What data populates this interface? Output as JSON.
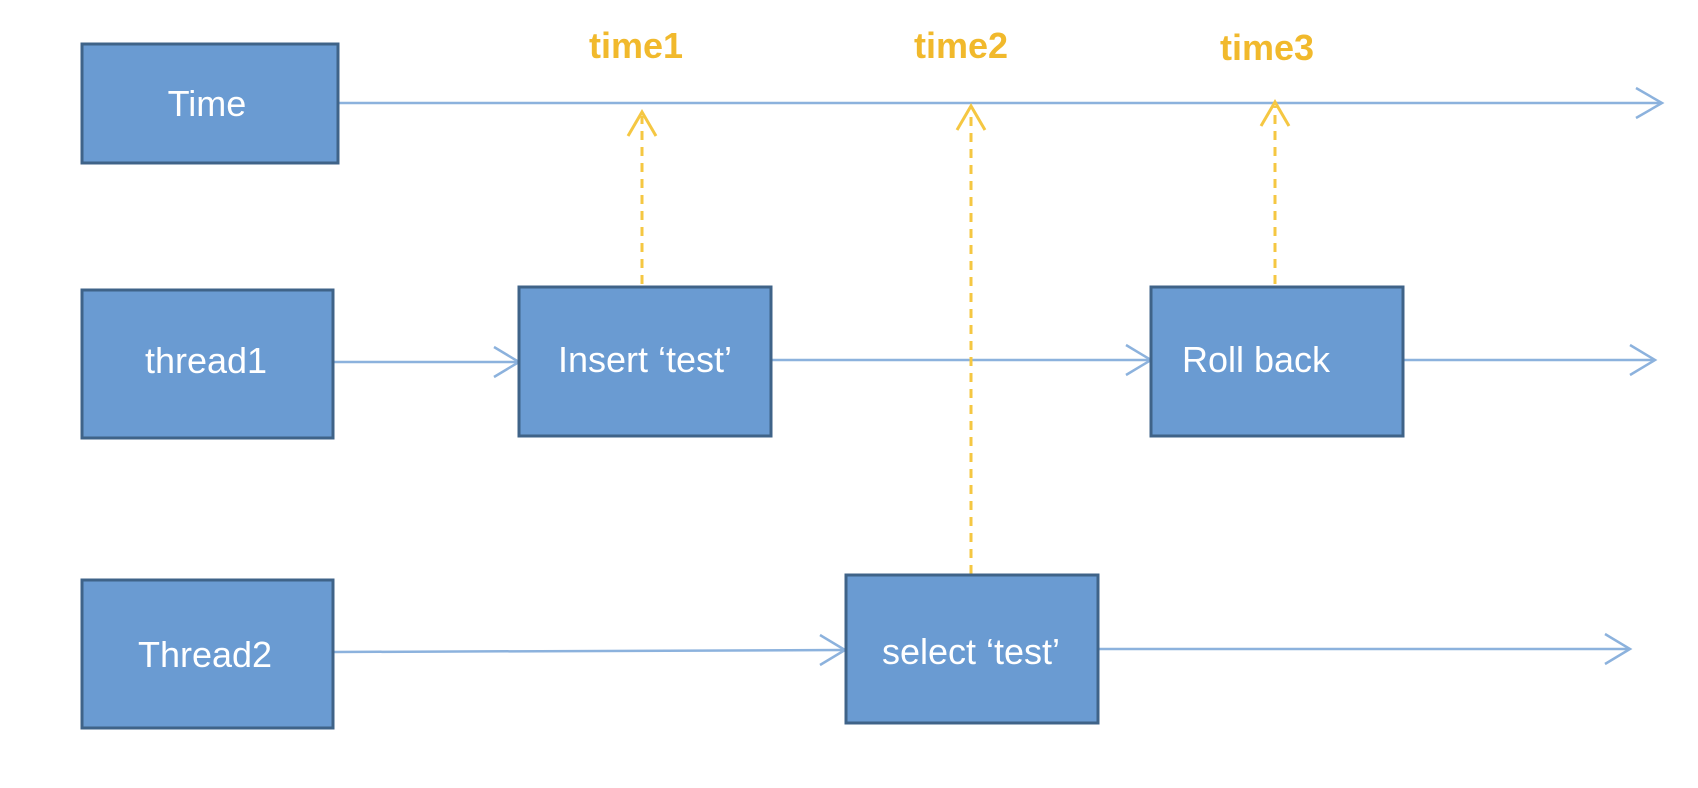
{
  "boxes": {
    "time": "Time",
    "thread1": "thread1",
    "thread2": "Thread2",
    "insert": "Insert ‘test’",
    "rollback": "Roll back",
    "select": "select ‘test’"
  },
  "time_labels": {
    "time1": "time1",
    "time2": "time2",
    "time3": "time3"
  },
  "colors": {
    "box_fill": "#6a9bd2",
    "box_border": "#3f6388",
    "flow_arrow": "#8cb2dd",
    "time_marker": "#f5c742"
  }
}
